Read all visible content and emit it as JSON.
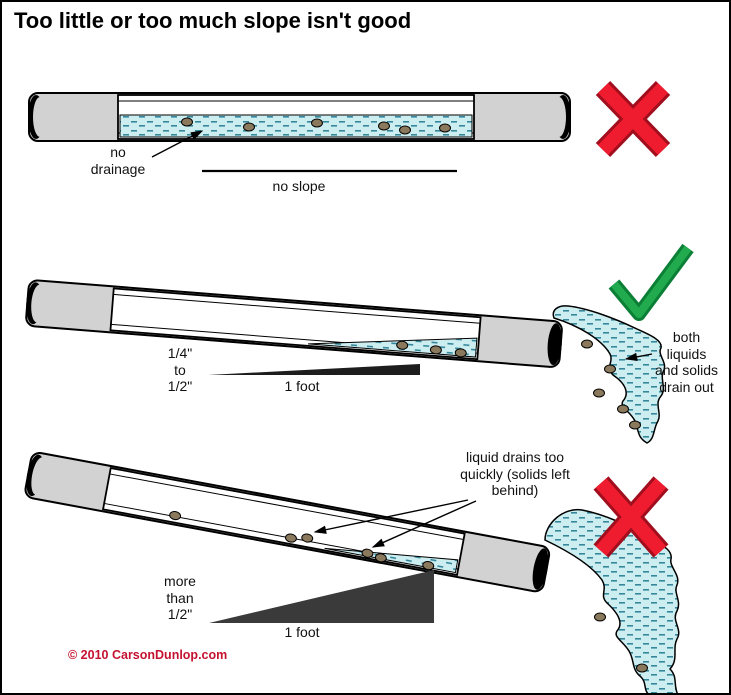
{
  "title": "Too little or too much slope isn't good",
  "footer": {
    "copyright": "© 2010 CarsonDunlop.com"
  },
  "diagrams": {
    "no_slope": {
      "drainage_label": "no\ndrainage",
      "slope_label": "no slope",
      "verdict": "fail",
      "verdict_icon": "x-icon"
    },
    "correct_slope": {
      "slope_label": "1/4\"\nto\n1/2\"",
      "foot_label": "1 foot",
      "drain_label": "both\nliquids\nand solids\ndrain out",
      "verdict": "pass",
      "verdict_icon": "check-icon"
    },
    "too_much_slope": {
      "drain_label": "liquid drains too\nquickly (solids left\nbehind)",
      "slope_label": "more\nthan\n1/2\"",
      "foot_label": "1 foot",
      "verdict": "fail",
      "verdict_icon": "x-icon"
    }
  },
  "colors": {
    "water": "#cdeef0",
    "water_dash": "#35889c",
    "pipe_gray": "#d2d2d2",
    "solid_brown": "#8a795c",
    "fail_red": "#ee1c2e",
    "pass_green": "#22ab4e",
    "copyright_red": "#c41230"
  }
}
